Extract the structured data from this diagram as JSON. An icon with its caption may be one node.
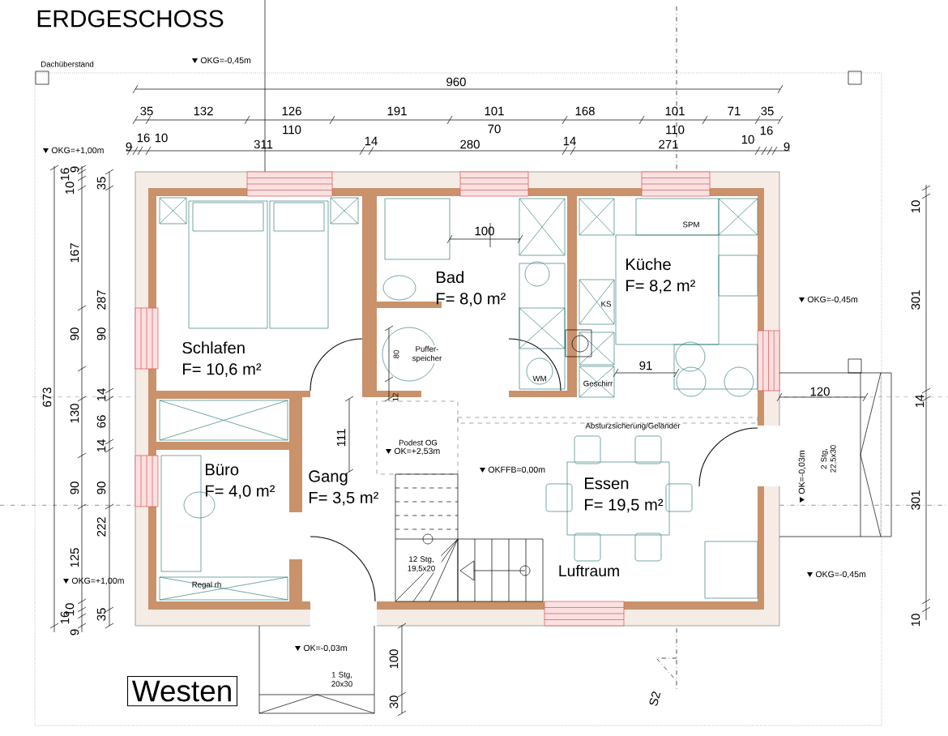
{
  "diagram": {
    "title": "ERDGESCHOSS",
    "nodes": [
      {
        "text": [
          "Schlafen",
          "F= 10,6 m²"
        ]
      },
      {
        "text": [
          "Bad",
          "F= 8,0 m²"
        ]
      },
      {
        "text": [
          "Küche",
          "F= 8,2 m²"
        ]
      },
      {
        "text": [
          "Büro",
          "F= 4,0 m²"
        ]
      },
      {
        "text": [
          "Gang",
          "F= 3,5 m²"
        ]
      },
      {
        "text": [
          "Essen",
          "F= 19,5 m²"
        ]
      },
      {
        "text": [
          "Westen"
        ]
      }
    ],
    "labels": [
      "Dachüberstand",
      "OKG=-0,45m",
      "960",
      "35",
      "132",
      "126",
      "191",
      "101",
      "168",
      "101",
      "71",
      "35",
      "110",
      "70",
      "110",
      "16",
      "OKG=+1,00m",
      "9",
      "16",
      "10",
      "311",
      "14",
      "280",
      "14",
      "271",
      "10",
      "9",
      "9",
      "16",
      "10",
      "35",
      "167",
      "287",
      "90",
      "90",
      "14",
      "673",
      "130",
      "66",
      "14",
      "90",
      "90",
      "222",
      "125",
      "OKG=+1,00m",
      "16",
      "10",
      "35",
      "9",
      "100",
      "SPM",
      "KS",
      "OKG=-0,45m",
      "10",
      "301",
      "Puffer-speicher",
      "80",
      "WM",
      "Geschirr",
      "91",
      "12",
      "120",
      "14",
      "Absturzsicherung/Geländer",
      "111",
      "Podest OG",
      "OK=+2,53m",
      "OKFFB=0,00m",
      "OK=-0,03m",
      "2 Stg, 22,5x30",
      "301",
      "12 Stg, 19,5x20",
      "Luftraum",
      "Regal rh",
      "OKG=-0,45m",
      "10",
      "OK=-0,03m",
      "100",
      "1 Stg, 20x30",
      "30",
      "S2"
    ]
  }
}
